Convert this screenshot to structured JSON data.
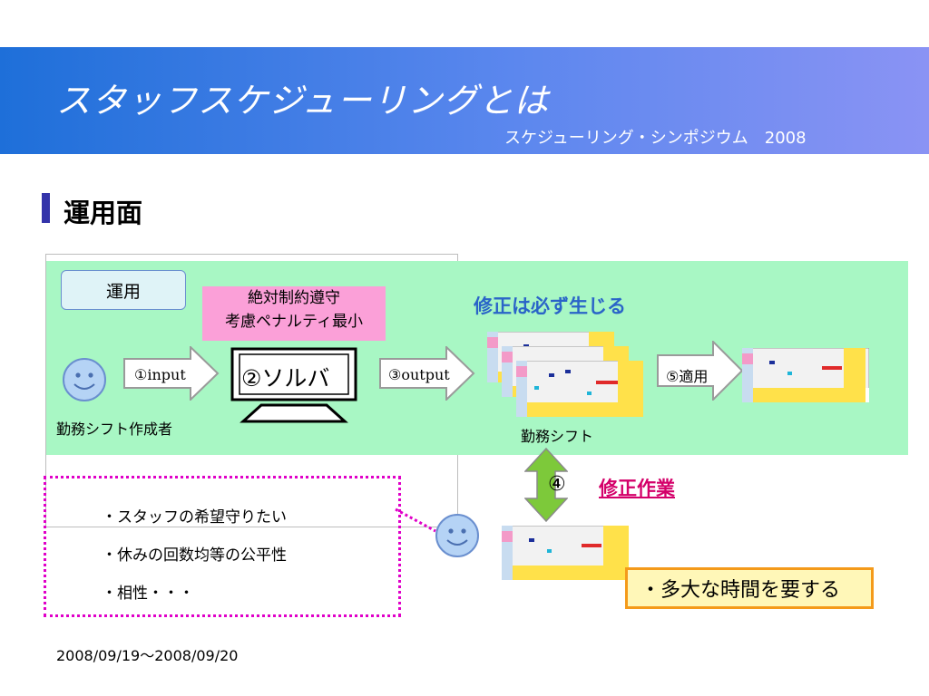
{
  "header": {
    "title": "スタッフスケジューリングとは",
    "subtitle": "スケジューリング・シンポジウム　2008"
  },
  "section": {
    "title": "運用面"
  },
  "diagram": {
    "operation_label": "運用",
    "constraints": {
      "line1": "絶対制約遵守",
      "line2": "考慮ペナルティ最小"
    },
    "correction_note": "修正は必ず生じる",
    "person_label": "勤務シフト作成者",
    "input_label": "①input",
    "solver_label": "②ソルバ",
    "output_label": "③output",
    "apply_label": "⑤適用",
    "schedule_label": "勤務シフト",
    "step4_label": "④",
    "fix_work_label": "修正作業"
  },
  "wishes": [
    "・スタッフの希望守りたい",
    "・休みの回数均等の公平性",
    "・相性・・・"
  ],
  "note": "・多大な時間を要する",
  "footer": {
    "date": "2008/09/19〜2008/09/20"
  },
  "colors": {
    "header_blue": "#1e6fd9",
    "panel_green": "#a8f7c4",
    "pink": "#fba0d8",
    "magenta": "#e000c8",
    "orange": "#f49a1a",
    "arrow_green": "#7dc93a",
    "label_blue": "#2a64c8"
  }
}
